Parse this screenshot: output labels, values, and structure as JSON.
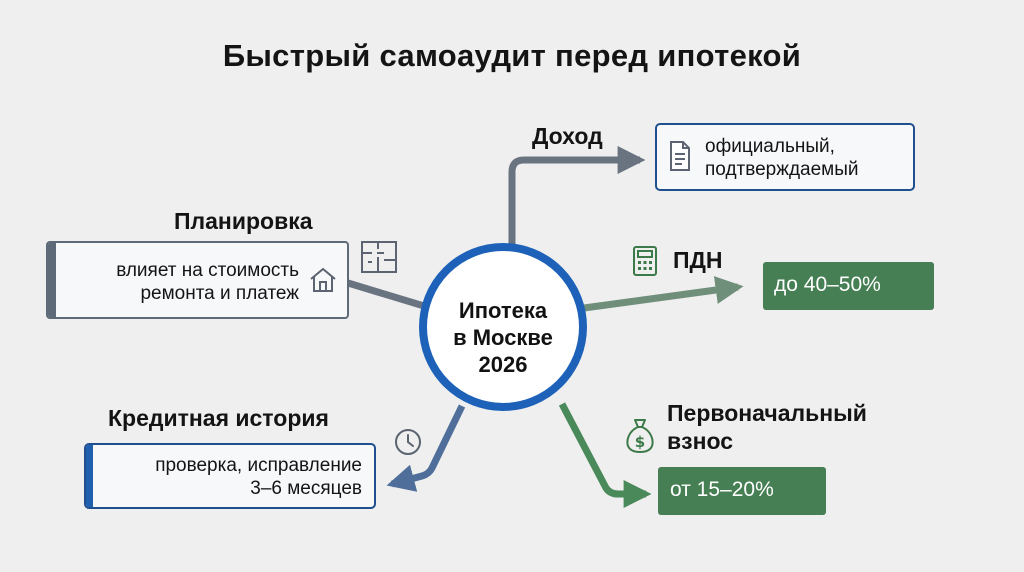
{
  "title": "Быстрый самоаудит перед ипотекой",
  "center": {
    "text": "Ипотека\nв Москве\n2026"
  },
  "branches": {
    "income": {
      "label": "Доход",
      "box_text": "официальный,\nподтверждаемый"
    },
    "dti": {
      "label": "ПДН",
      "box_text": "до 40–50%"
    },
    "down_payment": {
      "label": "Первоначальный\nвзнос",
      "box_text": "от 15–20%"
    },
    "credit": {
      "label": "Кредитная история",
      "box_text": "проверка, исправление\n3–6 месяцев"
    },
    "layout": {
      "label": "Планировка",
      "box_text": "влияет на стоимость\nремонта и платеж"
    }
  },
  "colors": {
    "income_line": "#6a7380",
    "dti_line": "#6f8f7b",
    "down_payment_line": "#4a8a5a",
    "credit_line": "#4f6f9a",
    "layout_line": "#6a7380",
    "center_ring": "#1d62b8",
    "box_blue": "#1f4f8f",
    "box_green": "#467f54",
    "icon_color": "#5b6470",
    "icon_green": "#3d7a4a"
  },
  "icons": {
    "income": "document-icon",
    "dti": "calculator-icon",
    "down_payment": "money-bag-icon",
    "credit": "clock-icon",
    "layout_plan": "floor-plan-icon",
    "layout_house": "house-icon"
  }
}
